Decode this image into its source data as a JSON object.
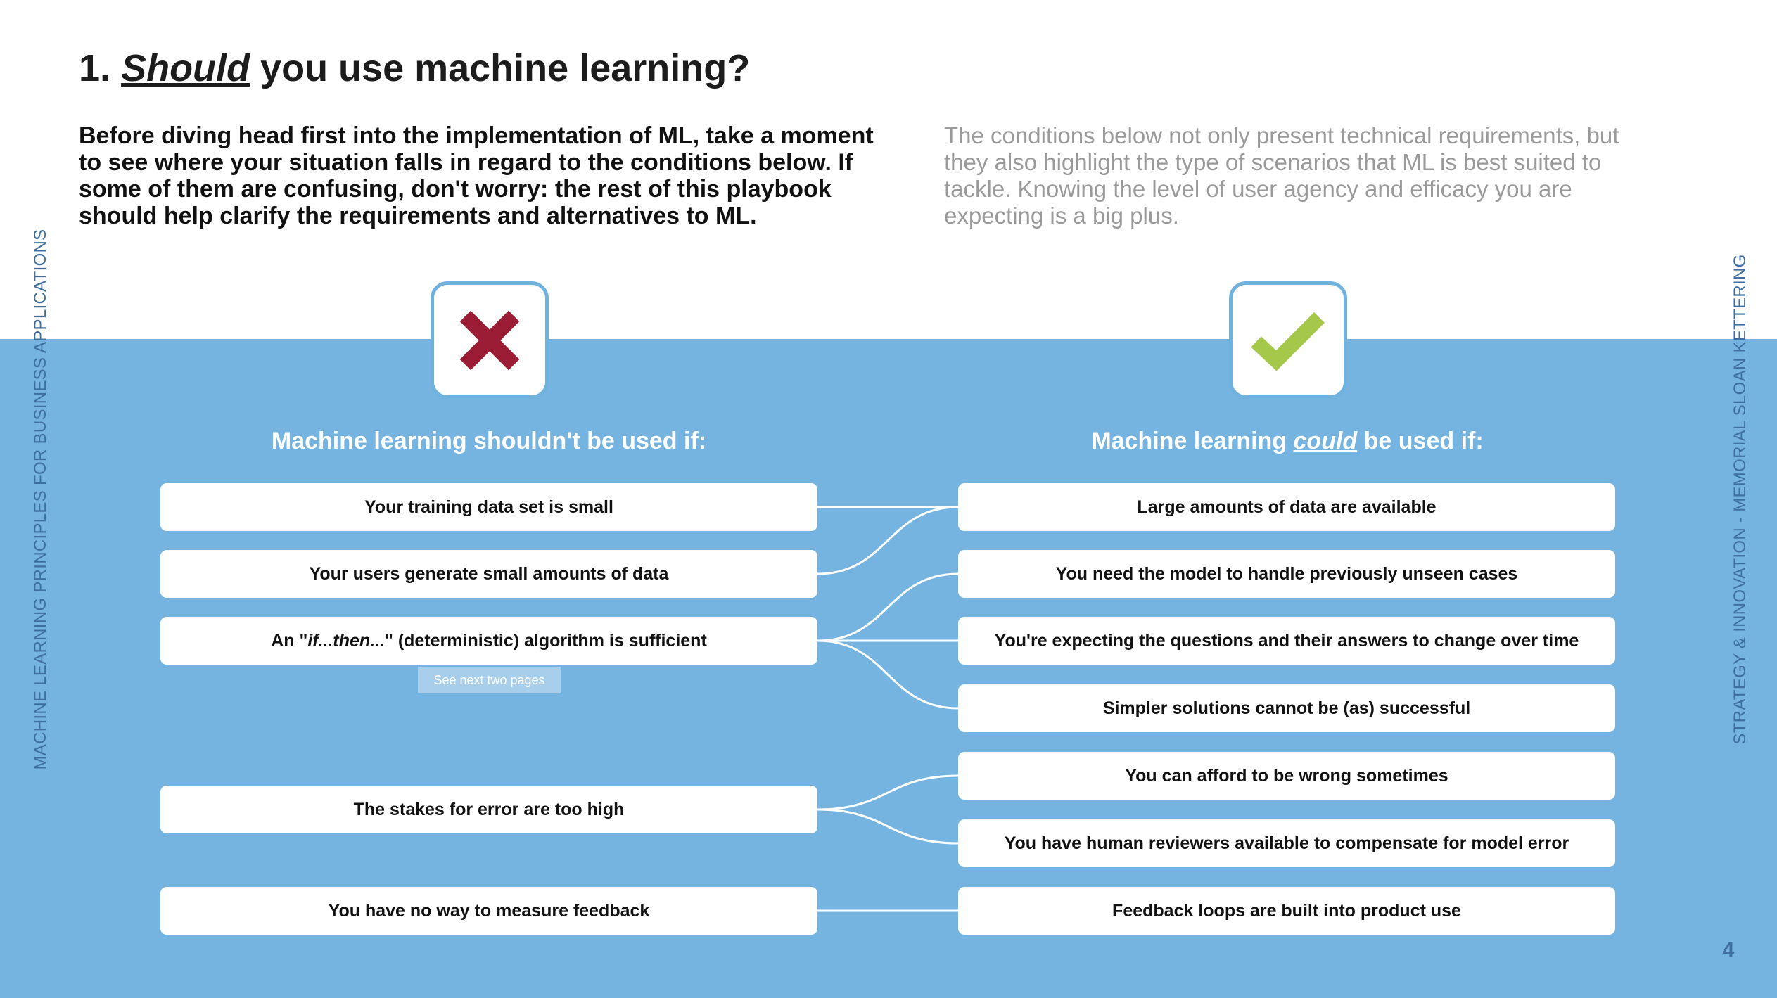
{
  "heading": {
    "number": "1.",
    "emphasis": "Should",
    "rest": "you use machine learning?"
  },
  "intro": {
    "left": "Before diving head first into the implementation of ML, take a moment to see where your situation falls in regard to the conditions below. If some of them are confusing, don't worry: the rest of this playbook should help clarify the requirements and alternatives to ML.",
    "right": "The conditions below not only present technical requirements, but they also highlight the type of scenarios that ML is best suited to tackle. Knowing the level of user agency and efficacy you are expecting is a big plus."
  },
  "side_labels": {
    "left": "MACHINE LEARNING PRINCIPLES FOR BUSINESS APPLICATIONS",
    "right": "STRATEGY & INNOVATION - MEMORIAL SLOAN KETTERING"
  },
  "columns": {
    "shouldnt": {
      "heading": "Machine learning shouldn't be used if:",
      "icon": "x-icon",
      "items": [
        "Your training data set is small",
        "Your users generate small amounts of data",
        "The stakes for error are too high",
        "You have no way to measure feedback"
      ],
      "algorithm_item": {
        "before": "An \"",
        "italic": "if...then...",
        "after": "\" (deterministic) algorithm is sufficient"
      },
      "note": "See next two pages"
    },
    "could": {
      "heading_before": "Machine learning",
      "heading_emphasis": "could",
      "heading_after": "be used if:",
      "icon": "check-icon",
      "items": [
        "Large amounts of data are available",
        "You need the model to handle previously unseen cases",
        "You're expecting the questions and their answers to change over time",
        "Simpler solutions cannot be (as) successful",
        "You can afford to be wrong sometimes",
        "You have human reviewers available to compensate for model error",
        "Feedback loops are built into product use"
      ]
    }
  },
  "colors": {
    "band": "#75b4e0",
    "x_icon": "#9b1c35",
    "check_icon": "#a5c84a",
    "side_text": "#3e6fa0",
    "muted_text": "#9a9a9a"
  },
  "page_number": "4"
}
